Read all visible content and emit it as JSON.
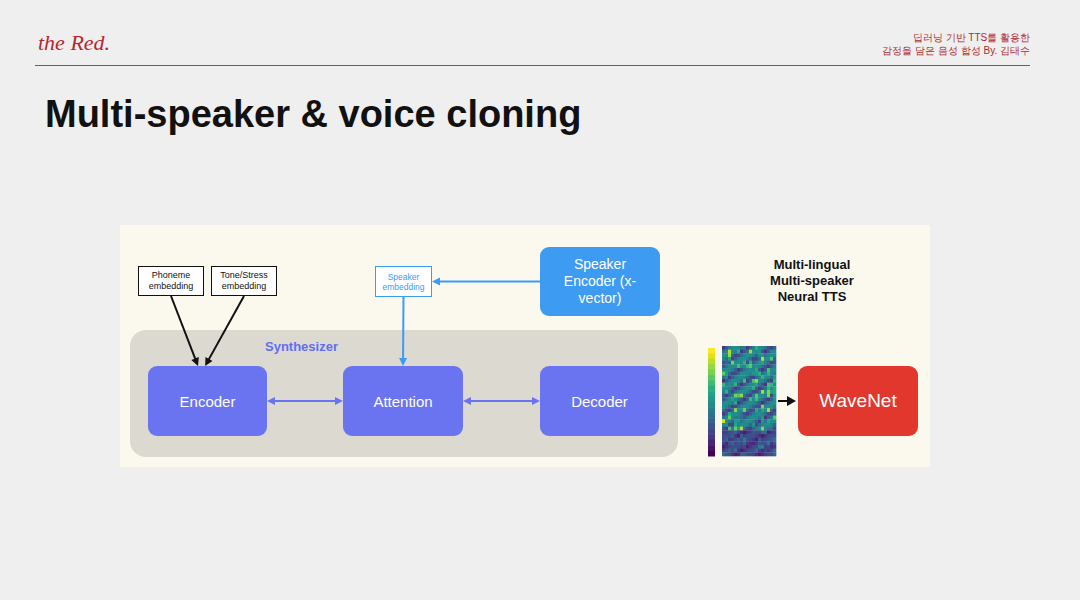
{
  "diagram": {
    "title": "Multi-speaker & voice cloning",
    "nodes": [
      {
        "text": [
          "Phoneme embedding"
        ]
      },
      {
        "text": [
          "Tone/Stress embedding"
        ]
      },
      {
        "text": [
          "Speaker embedding"
        ]
      },
      {
        "text": [
          "Speaker Encoder (x-vector)"
        ]
      },
      {
        "text": [
          "Synthesizer"
        ]
      },
      {
        "text": [
          "Encoder"
        ],
        "in": 4
      },
      {
        "text": [
          "Attention"
        ],
        "in": 4
      },
      {
        "text": [
          "Decoder"
        ],
        "in": 4
      },
      {
        "text": [
          "WaveNet"
        ]
      }
    ],
    "edges": [
      {
        "from": 0,
        "to": 5,
        "arrow": "to"
      },
      {
        "from": 1,
        "to": 5,
        "arrow": "to"
      },
      {
        "from": 3,
        "to": 2,
        "arrow": "to"
      },
      {
        "from": 2,
        "to": 6,
        "arrow": "to"
      },
      {
        "from": 5,
        "to": 6,
        "arrow": "both"
      },
      {
        "from": 6,
        "to": 7,
        "arrow": "both"
      }
    ],
    "labels": [
      "the Red.",
      "딥러닝 기반 TTS를 활용한",
      "감정을 담은 음성 합성 By. 김태수",
      "Multi-lingual Multi-speaker Neural TTS"
    ]
  }
}
